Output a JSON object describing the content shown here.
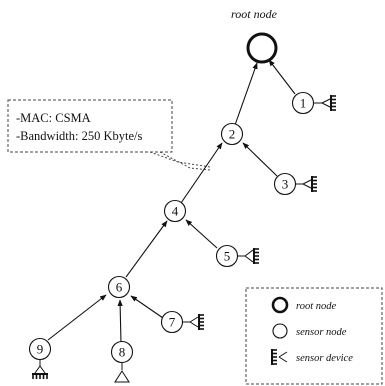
{
  "diagram": {
    "root_label": "root node",
    "callout": {
      "line1": "-MAC: CSMA",
      "line2": "-Bandwidth: 250 Kbyte/s"
    },
    "nodes": [
      {
        "id": "1",
        "label": "1"
      },
      {
        "id": "2",
        "label": "2"
      },
      {
        "id": "3",
        "label": "3"
      },
      {
        "id": "4",
        "label": "4"
      },
      {
        "id": "5",
        "label": "5"
      },
      {
        "id": "6",
        "label": "6"
      },
      {
        "id": "7",
        "label": "7"
      },
      {
        "id": "8",
        "label": "8"
      },
      {
        "id": "9",
        "label": "9"
      }
    ],
    "edges": [
      {
        "from": "1",
        "to": "root"
      },
      {
        "from": "2",
        "to": "root"
      },
      {
        "from": "3",
        "to": "2"
      },
      {
        "from": "4",
        "to": "2"
      },
      {
        "from": "5",
        "to": "4"
      },
      {
        "from": "6",
        "to": "4"
      },
      {
        "from": "7",
        "to": "6"
      },
      {
        "from": "8",
        "to": "6"
      },
      {
        "from": "9",
        "to": "6"
      }
    ],
    "legend": {
      "root": "root node",
      "sensor": "sensor node",
      "device": "sensor device"
    }
  }
}
